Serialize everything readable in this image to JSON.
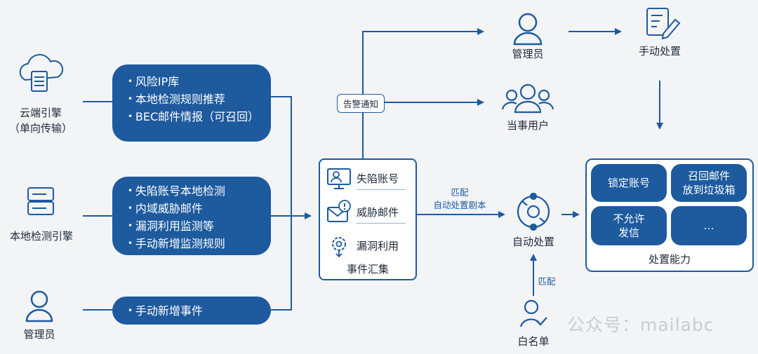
{
  "sources": {
    "cloud_engine": {
      "line1": "云端引擎",
      "line2": "（单向传输）"
    },
    "local_engine": {
      "label": "本地检测引擎"
    },
    "admin_left": {
      "label": "管理员"
    }
  },
  "pills": {
    "cloud": [
      "风险IP库",
      "本地检测规则推荐",
      "BEC邮件情报（可召回）"
    ],
    "local": [
      "失陷账号本地检测",
      "内域威胁邮件",
      "漏洞利用监测等",
      "手动新增监测规则"
    ],
    "manual": [
      "手动新增事件"
    ]
  },
  "event_box": {
    "items": [
      "失陷账号",
      "威胁邮件",
      "漏洞利用"
    ],
    "title": "事件汇集"
  },
  "alert_badge": "告警通知",
  "match_label": {
    "line1": "匹配",
    "line2": "自动处置剧本"
  },
  "admin_top": {
    "label": "管理员"
  },
  "user": {
    "label": "当事用户"
  },
  "manual_handle": {
    "label": "手动处置"
  },
  "auto_handle": {
    "label": "自动处置"
  },
  "whitelist": {
    "label": "白名单",
    "match": "匹配"
  },
  "capabilities": {
    "items": [
      "锁定账号",
      "召回邮件\n放到垃圾箱",
      "不允许\n发信",
      "…"
    ],
    "title": "处置能力"
  },
  "watermark": "公众号：mailabc",
  "colors": {
    "accent": "#1d5a9e",
    "background": "#f3f4f6"
  }
}
